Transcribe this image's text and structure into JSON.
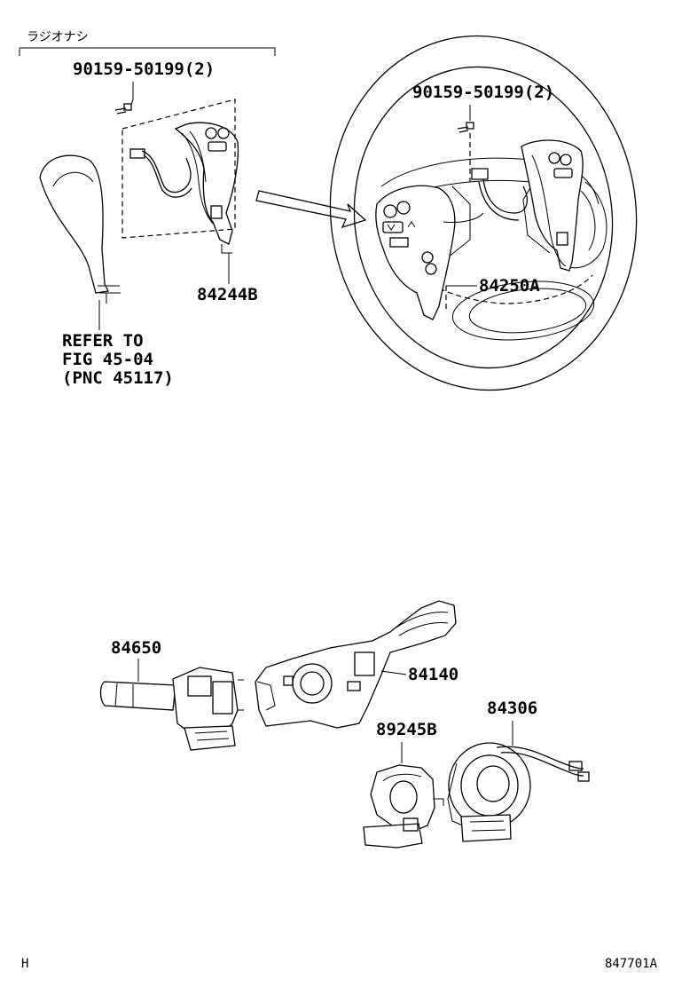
{
  "diagram": {
    "option_note": "ラジオナシ",
    "labels": {
      "bolt_left": "90159-50199(2)",
      "bolt_right": "90159-50199(2)",
      "switch_left": "84244B",
      "switch_wheel": "84250A",
      "turn_switch": "84650",
      "wiper_switch": "84140",
      "clock_spring": "89245B",
      "spiral_cable": "84306",
      "refer_line1": "REFER TO",
      "refer_line2": "FIG 45-04",
      "refer_line3": "(PNC 45117)"
    },
    "footer": {
      "left_code": "H",
      "figure_id": "847701A"
    }
  }
}
